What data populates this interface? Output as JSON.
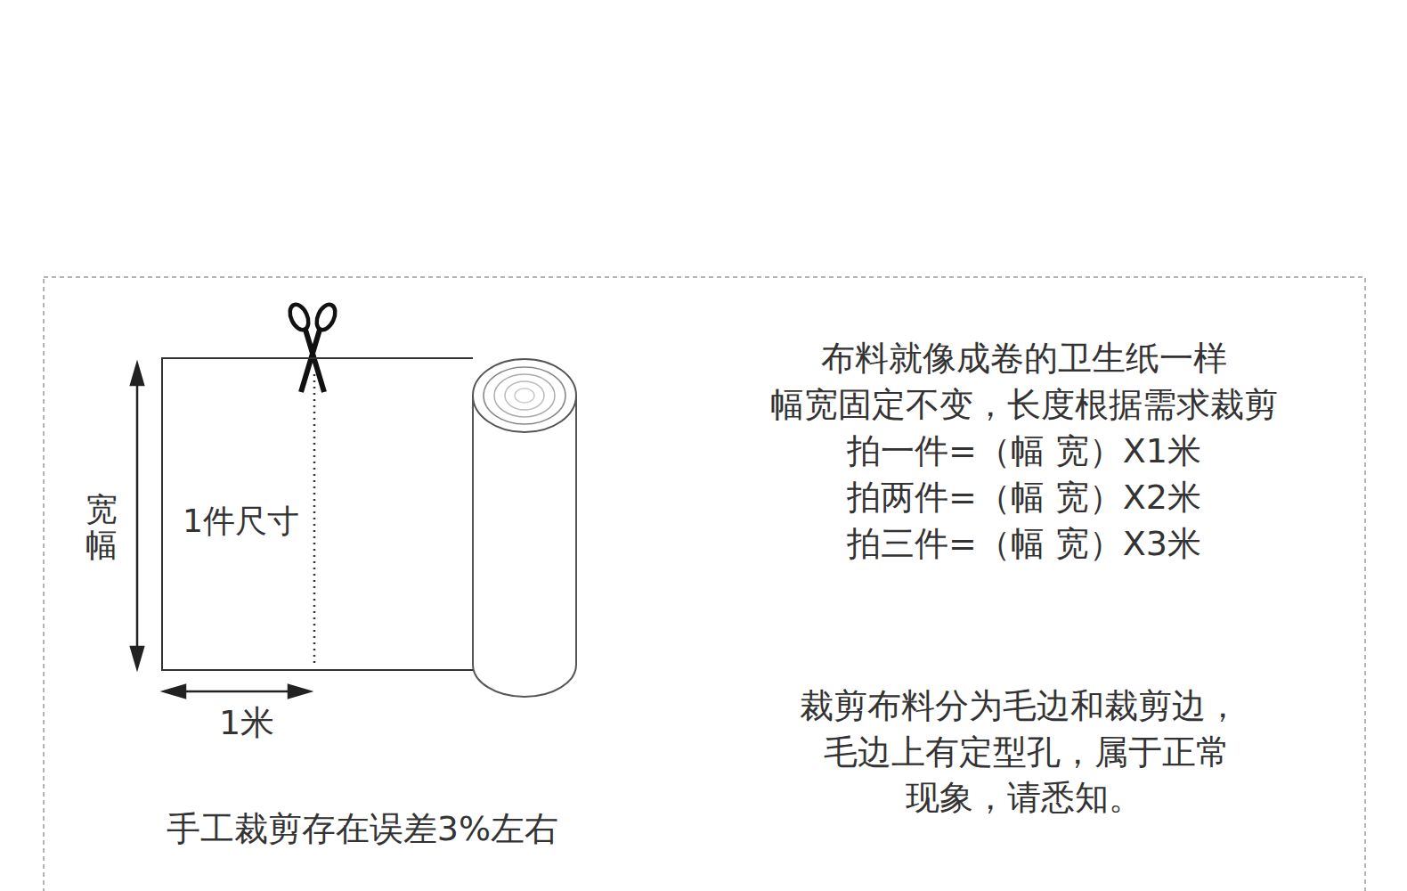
{
  "diagram": {
    "nodes": [
      {
        "text": [
          "1件尺寸"
        ]
      }
    ],
    "labels": [
      "宽幅",
      "1米",
      "手工裁剪存在误差3%左右",
      "布料就像成卷的卫生纸一样",
      "幅宽固定不变，长度根据需求裁剪",
      "拍一件=（幅 宽）X1米",
      "拍两件=（幅 宽）X2米",
      "拍三件=（幅 宽）X3米",
      "裁剪布料分为毛边和裁剪边，",
      "毛边上有定型孔，属于正常",
      "现象，请悉知。"
    ]
  }
}
